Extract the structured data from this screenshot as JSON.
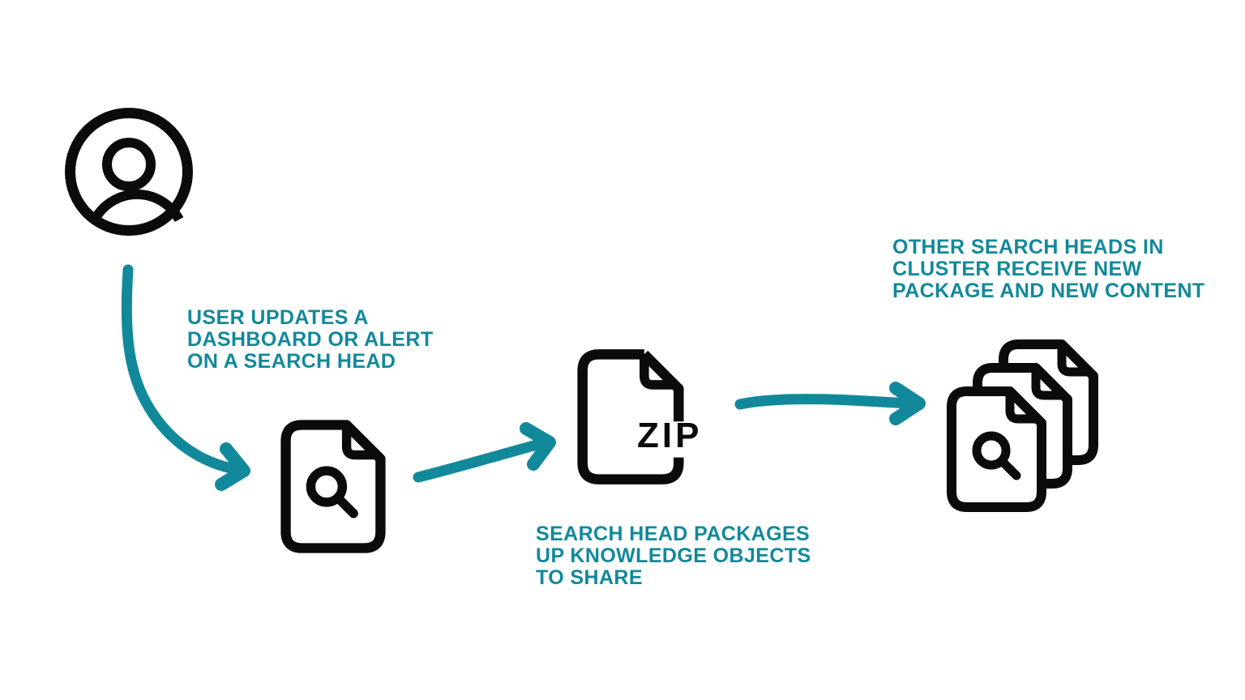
{
  "colors": {
    "accent": "#12899B",
    "ink": "#0B0B0B",
    "background": "#FFFFFF"
  },
  "diagram": {
    "steps": [
      {
        "icon": "user-icon",
        "label": "USER UPDATES A\nDASHBOARD OR ALERT\nON A SEARCH HEAD"
      },
      {
        "icon": "search-document-icon",
        "label": "SEARCH HEAD PACKAGES\nUP KNOWLEDGE OBJECTS\nTO SHARE"
      },
      {
        "icon": "zip-file-icon",
        "zip_label": "ZIP"
      },
      {
        "icon": "search-document-stack-icon",
        "label": "OTHER SEARCH HEADS IN\nCLUSTER RECEIVE NEW\nPACKAGE AND NEW CONTENT"
      }
    ]
  }
}
